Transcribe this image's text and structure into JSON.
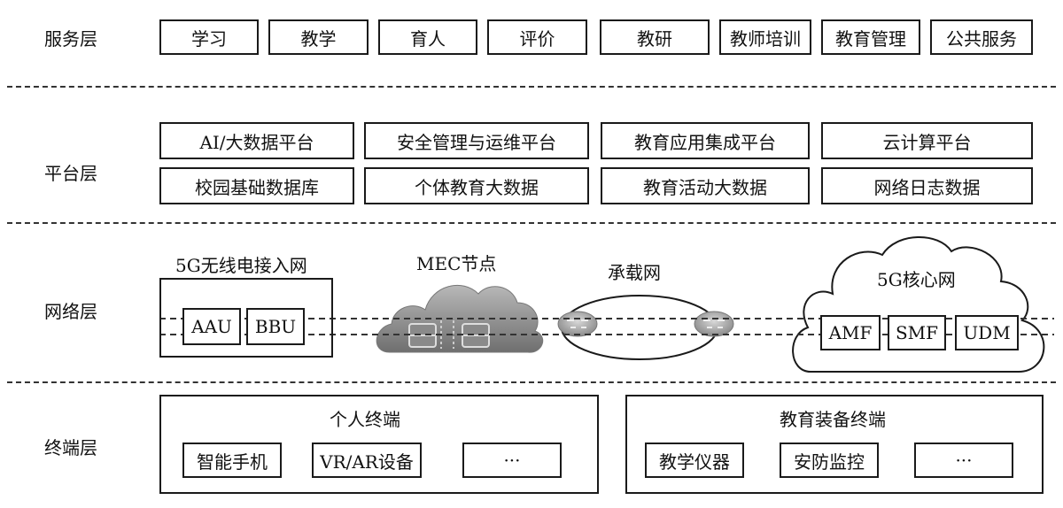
{
  "layers": {
    "service": "服务层",
    "platform": "平台层",
    "network": "网络层",
    "terminal": "终端层"
  },
  "service_items": [
    "学习",
    "教学",
    "育人",
    "评价",
    "教研",
    "教师培训",
    "教育管理",
    "公共服务"
  ],
  "platform_row1": [
    "AI/大数据平台",
    "安全管理与运维平台",
    "教育应用集成平台",
    "云计算平台"
  ],
  "platform_row2": [
    "校园基础数据库",
    "个体教育大数据",
    "教育活动大数据",
    "网络日志数据"
  ],
  "network": {
    "ran_title": "5G无线电接入网",
    "aau": "AAU",
    "bbu": "BBU",
    "mec_title": "MEC节点",
    "bearer_title": "承载网",
    "core_title": "5G核心网",
    "amf": "AMF",
    "smf": "SMF",
    "udm": "UDM"
  },
  "terminal": {
    "personal_title": "个人终端",
    "personal_items": [
      "智能手机",
      "VR/AR设备",
      "···"
    ],
    "edu_title": "教育装备终端",
    "edu_items": [
      "教学仪器",
      "安防监控",
      "···"
    ]
  }
}
